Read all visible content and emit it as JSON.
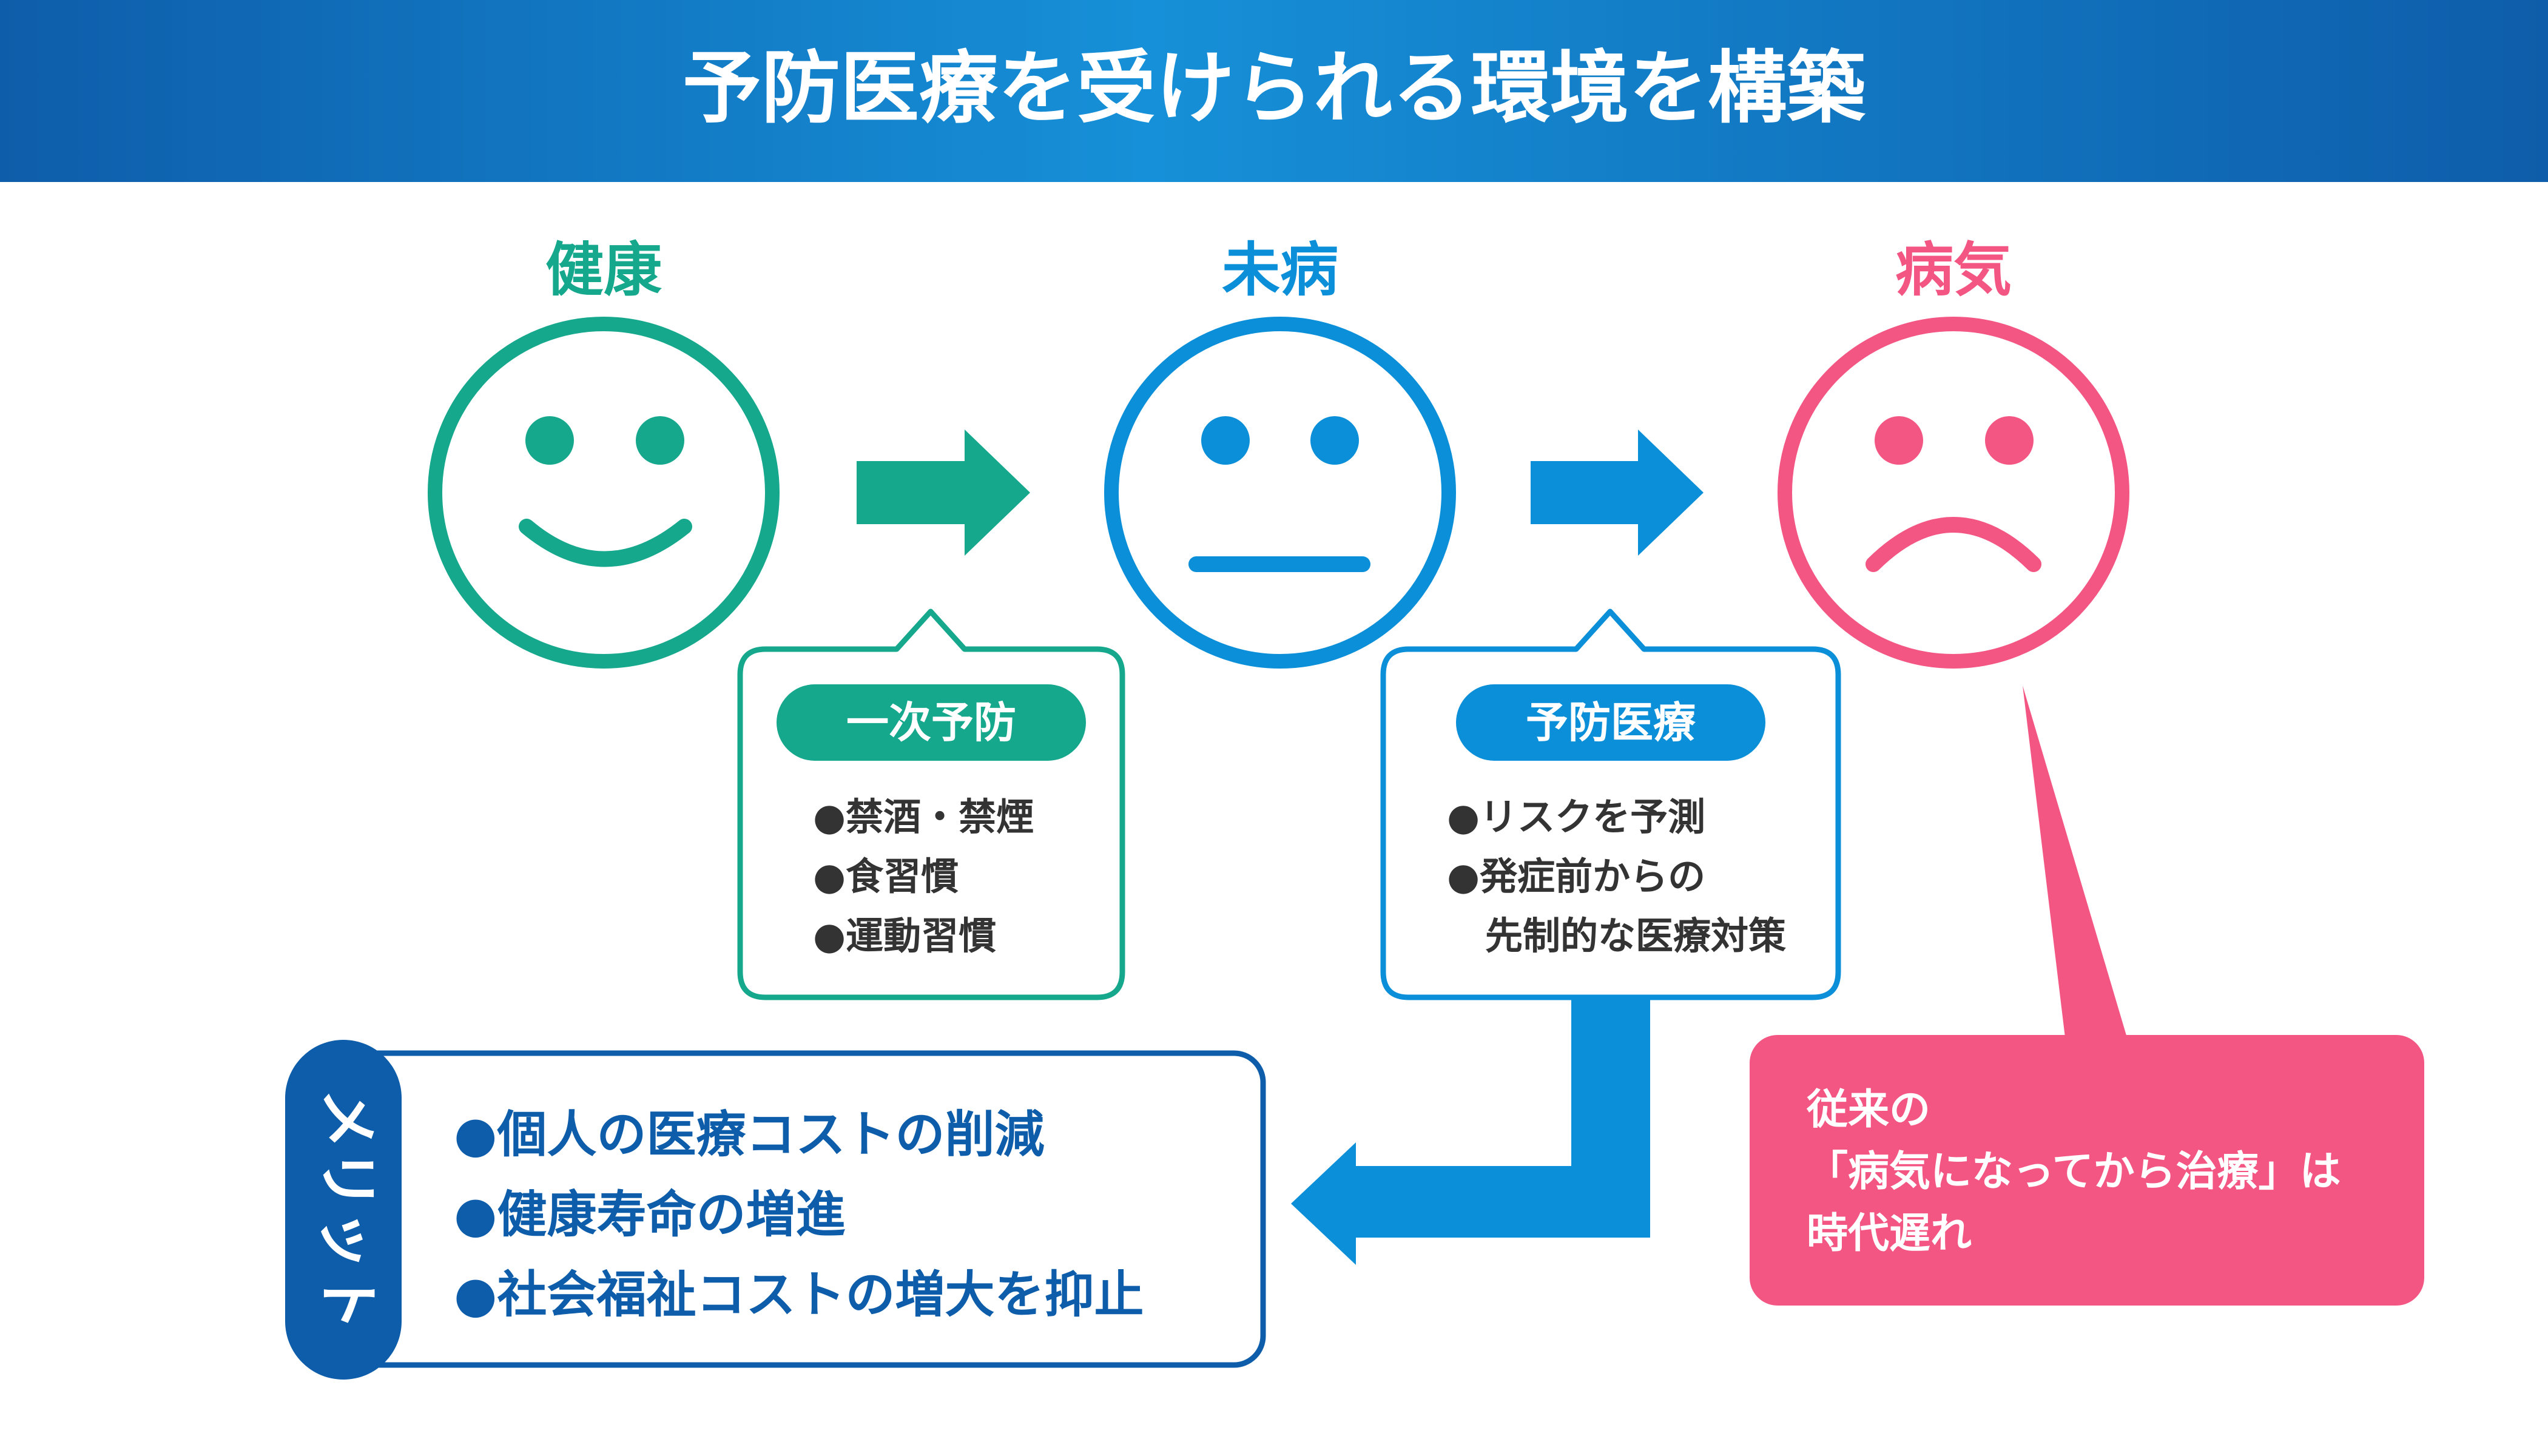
{
  "title": "予防医療を受けられる環境を構築",
  "stages": [
    {
      "label": "健康",
      "color": "#15A88C"
    },
    {
      "label": "未病",
      "color": "#0B8FD9"
    },
    {
      "label": "病気",
      "color": "#F45683"
    }
  ],
  "primary_box": {
    "heading": "一次予防",
    "items": [
      "●禁酒・禁煙",
      "●食習慣",
      "●運動習慣"
    ]
  },
  "preventive_box": {
    "heading": "予防医療",
    "items": [
      "●リスクを予測",
      "●発症前からの",
      "先制的な医療対策"
    ]
  },
  "merits": {
    "tab_label": "メリット",
    "items": [
      "●個人の医療コストの削減",
      "●健康寿命の増進",
      "●社会福祉コストの増大を抑止"
    ]
  },
  "note": {
    "lines": [
      "従来の",
      "「病気になってから治療」は",
      "時代遅れ"
    ]
  },
  "colors": {
    "header_dark": "#0E5DAA",
    "header_light": "#1690D8",
    "green": "#15A88C",
    "blue": "#0B8FD9",
    "pink": "#F45683",
    "navy": "#0E5DAA",
    "text_dark": "#333333"
  },
  "icons": [
    "smile-face-icon",
    "neutral-face-icon",
    "frown-face-icon",
    "right-arrow-icon",
    "left-arrow-icon"
  ]
}
